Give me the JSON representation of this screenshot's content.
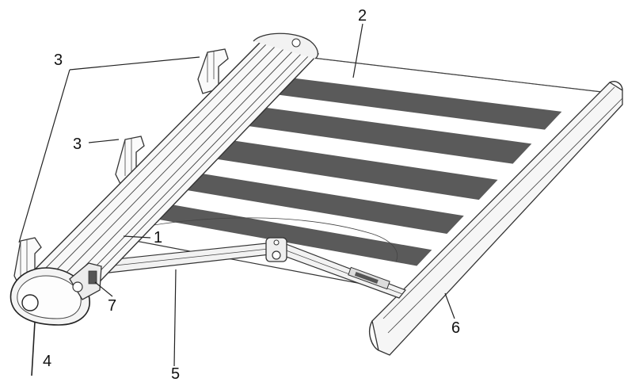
{
  "labels": {
    "fabric": "2",
    "brackets_left": "3",
    "brackets_middle": "3",
    "arm_joint": "1",
    "cable": "4",
    "arm": "5",
    "front_bar": "6",
    "bracket_pivot": "7"
  },
  "colors": {
    "stripe_dark": "#5a5a5a",
    "stripe_light": "#ffffff",
    "line": "#222222",
    "metal_fill": "#f4f4f4"
  },
  "stripes": {
    "count": 5
  }
}
